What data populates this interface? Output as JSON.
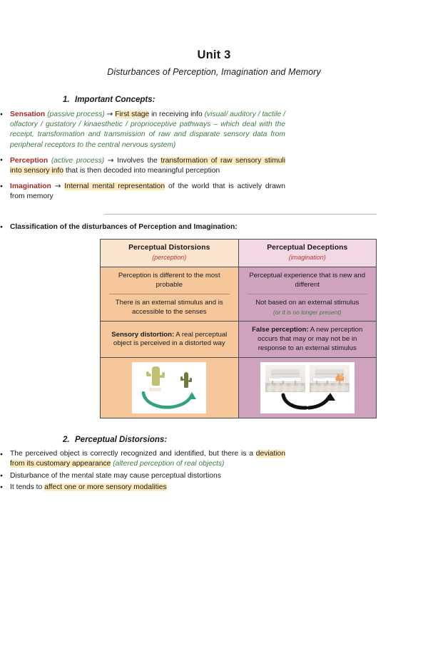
{
  "document": {
    "title": "Unit 3",
    "subtitle": "Disturbances of Perception, Imagination and Memory"
  },
  "sections": [
    {
      "number": "1.",
      "heading": "Important Concepts:",
      "bullets": [
        {
          "term": "Sensation",
          "qualifier": "(passive process)",
          "arrow": "→",
          "highlight": "First stage",
          "rest_plain": " in receiving info ",
          "italic_green": "(visual/ auditory / tactile / olfactory / gustatory / kinaesthetic / proprioceptive pathways – which deal with the receipt, transformation and transmission of raw and disparate sensory data from peripheral receptors to the central nervous system)"
        },
        {
          "term": "Perception",
          "qualifier": "(active process)",
          "arrow": "→",
          "lead_plain": " Involves the ",
          "highlight": "transformation of raw sensory stimuli into sensory info",
          "rest_plain": " that is then decoded into meaningful perception"
        },
        {
          "term": "Imagination",
          "arrow": "→",
          "highlight": "Internal mental representation",
          "rest_plain": " of the world that is actively drawn from memory"
        }
      ],
      "classification_label": "Classification of the disturbances of Perception and Imagination:"
    },
    {
      "number": "2.",
      "heading": "Perceptual Distorsions:",
      "bullets": [
        {
          "plain_before": "The perceived object is correctly recognized and identified, but there is a ",
          "highlight": "deviation from its customary appearance",
          "italic_green": " (altered perception of real objects)"
        },
        {
          "plain_before": "Disturbance of the mental state may cause perceptual distortions"
        },
        {
          "plain_before": "It tends to ",
          "highlight": "affect one or more sensory modalities"
        }
      ]
    }
  ],
  "table": {
    "headers": [
      {
        "title": "Perceptual Distorsions",
        "sub": "(perception)"
      },
      {
        "title": "Perceptual Deceptions",
        "sub": "(imagination)"
      }
    ],
    "row1": [
      "Perception is different to the most probable",
      "Perceptual experience that is new and different"
    ],
    "row2": [
      {
        "main": "There is an external stimulus and is accessible to the senses",
        "note": ""
      },
      {
        "main": "Not based on an external stimulus",
        "note": "(or it is no longer present)"
      }
    ],
    "row3": [
      {
        "term": "Sensory distortion:",
        "text": " A real perceptual object is perceived in a distorted way"
      },
      {
        "term": "False perception:",
        "text": " A new perception occurs that may or may not be in response to an external stimulus"
      }
    ],
    "figures": {
      "left_caption": "cactus-distortion-figure",
      "right_caption": "bedroom-cat-deception-figure"
    }
  },
  "colors": {
    "term_red": "#A52A2A",
    "green_italic": "#3E7A42",
    "highlight_yellow": "#FDEBBE",
    "table_left_header": "#FAE3CF",
    "table_left_body": "#F6C79B",
    "table_right_header": "#F2D7E4",
    "table_right_body": "#CFA2BE",
    "arc_green": "#2FA37A",
    "arc_black": "#111111"
  }
}
